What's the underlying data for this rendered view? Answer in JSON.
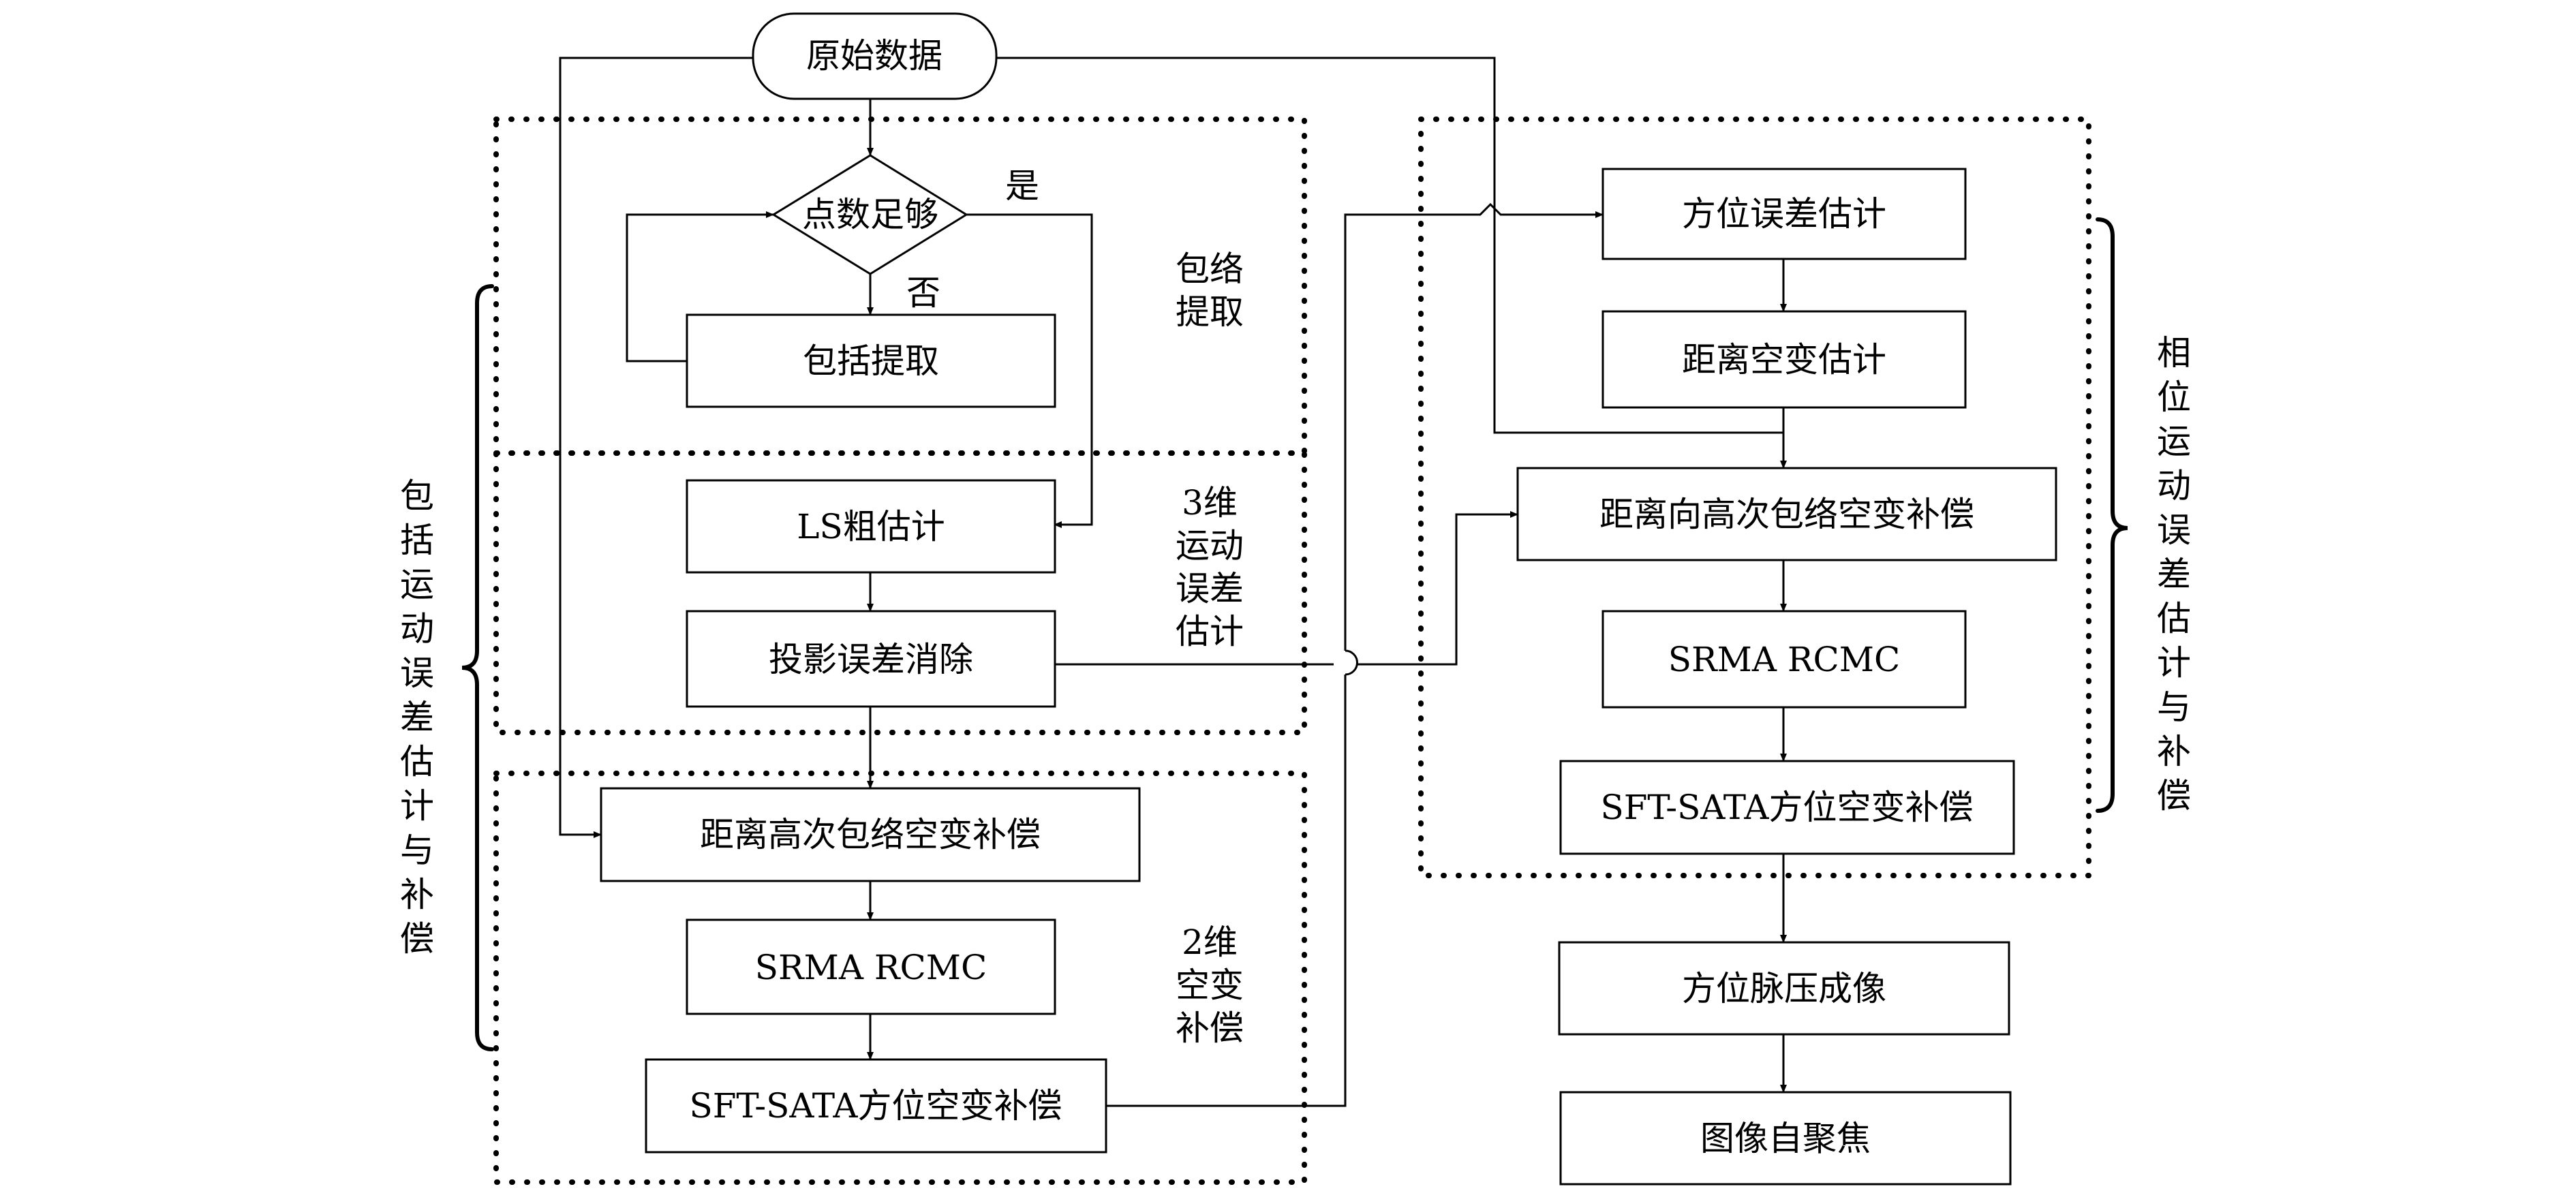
{
  "nodes": {
    "raw_data": "原始数据",
    "decision": "点数足够",
    "yes": "是",
    "no": "否",
    "envelope_extract": "包括提取",
    "ls_estimate": "LS粗估计",
    "projection_removal": "投影误差消除",
    "left_range_comp": "距离高次包络空变补偿",
    "left_srma": "SRMA RCMC",
    "left_sft": "SFT-SATA方位空变补偿",
    "azimuth_error": "方位误差估计",
    "range_variant": "距离空变估计",
    "right_range_comp": "距离向高次包络空变补偿",
    "right_srma": "SRMA RCMC",
    "right_sft": "SFT-SATA方位空变补偿",
    "azimuth_compress": "方位脉压成像",
    "autofocus": "图像自聚焦"
  },
  "groups": {
    "envelope": [
      "包络",
      "提取"
    ],
    "three_d": [
      "3维",
      "运动",
      "误差",
      "估计"
    ],
    "two_d": [
      "2维",
      "空变",
      "补偿"
    ]
  },
  "side_labels": {
    "left": [
      "包",
      "括",
      "运",
      "动",
      "误",
      "差",
      "估",
      "计",
      "与",
      "补",
      "偿"
    ],
    "right": [
      "相",
      "位",
      "运",
      "动",
      "误",
      "差",
      "估",
      "计",
      "与",
      "补",
      "偿"
    ]
  }
}
